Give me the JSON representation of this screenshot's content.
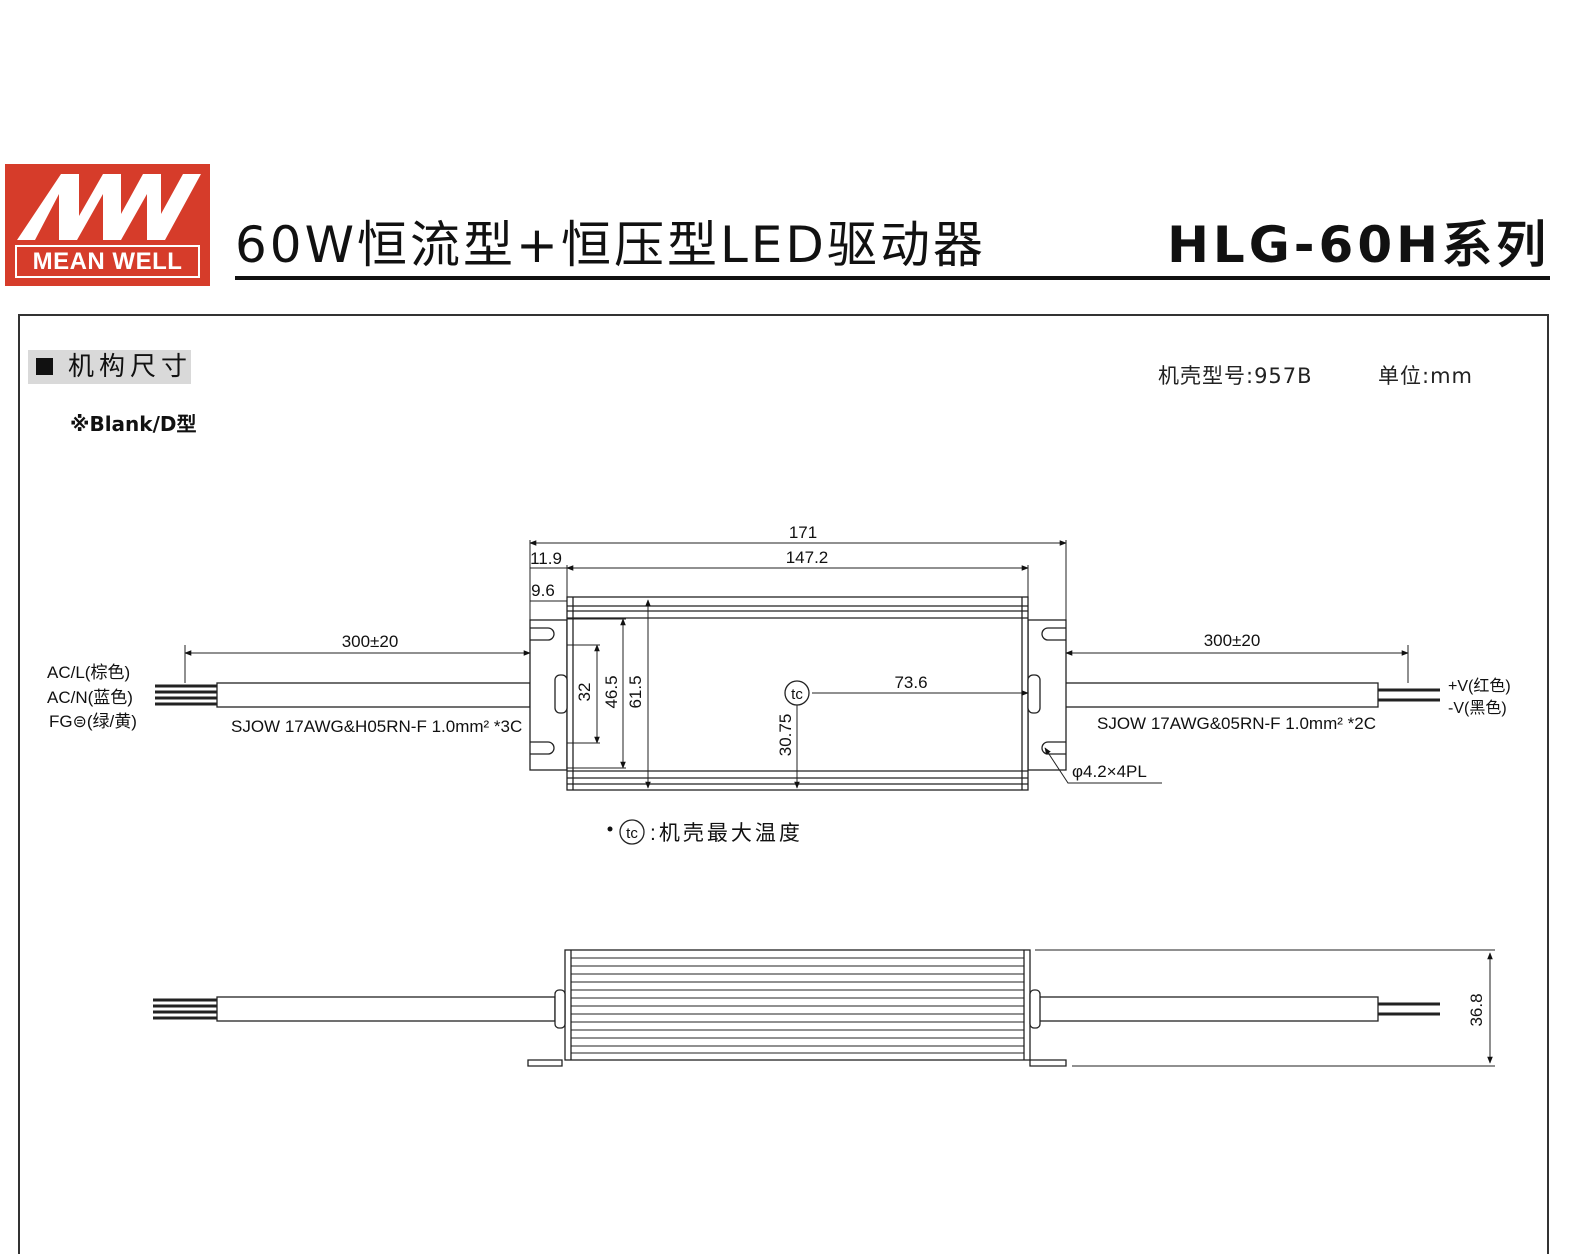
{
  "header": {
    "logo_text": "MEAN WELL",
    "title": "60W恒流型+恒压型LED驱动器",
    "series": "HLG-60H系列",
    "brand_color": "#d63c2a"
  },
  "section": {
    "label": "机构尺寸",
    "variant": "※Blank/D型",
    "case_model": "机壳型号:957B",
    "unit": "单位:mm"
  },
  "top_view": {
    "dim_overall_length": "171",
    "dim_body_length": "147.2",
    "dim_tab_outer": "11.9",
    "dim_tab_inner": "9.6",
    "dim_cable_left": "300±20",
    "dim_cable_right": "300±20",
    "dim_width_32": "32",
    "dim_width_46_5": "46.5",
    "dim_width_61_5": "61.5",
    "dim_tc_x": "73.6",
    "dim_tc_y": "30.75",
    "hole_spec": "φ4.2×4PL",
    "tc_symbol": "tc",
    "left_wire_labels": [
      "AC/L(棕色)",
      "AC/N(蓝色)",
      "FG⊜(绿/黄)"
    ],
    "right_wire_labels": [
      "+V(红色)",
      "-V(黑色)"
    ],
    "left_cable_spec": "SJOW 17AWG&H05RN-F 1.0mm² *3C",
    "right_cable_spec": "SJOW 17AWG&05RN-F 1.0mm² *2C",
    "tc_note": ":机壳最大温度"
  },
  "side_view": {
    "dim_height": "36.8"
  }
}
